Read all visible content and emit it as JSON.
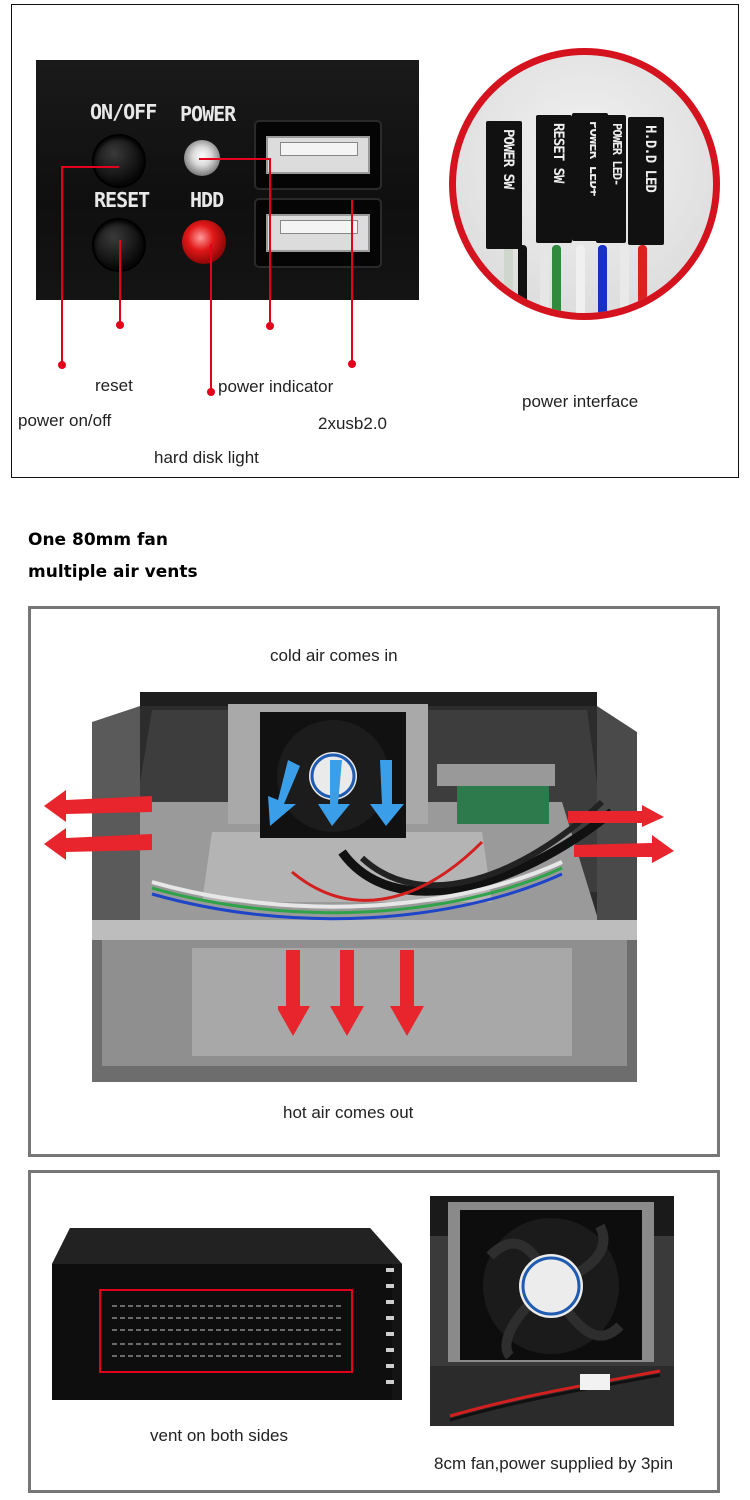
{
  "front_panel": {
    "panel_labels": {
      "on_off": "ON/OFF",
      "power": "POWER",
      "reset": "RESET",
      "hdd": "HDD"
    },
    "callouts": {
      "reset": "reset",
      "power_indicator": "power indicator",
      "power_on_off": "power on/off",
      "usb": "2xusb2.0",
      "hard_disk_light": "hard disk light",
      "power_interface": "power interface"
    },
    "connectors": [
      "POWER SW",
      "RESET SW",
      "POWER LED+",
      "POWER LED-",
      "H.D.D LED"
    ]
  },
  "heading": {
    "line1": "One 80mm fan",
    "line2": "multiple air vents"
  },
  "airflow": {
    "top_caption": "cold air comes in",
    "bottom_caption": "hot air comes out"
  },
  "bottom_section": {
    "left_caption": "vent on both sides",
    "right_caption": "8cm fan,power supplied by 3pin"
  },
  "colors": {
    "callout_red": "#e3001b",
    "frame_gray": "#777777",
    "arrow_blue": "#3a9ee8",
    "arrow_red": "#e8242c"
  }
}
